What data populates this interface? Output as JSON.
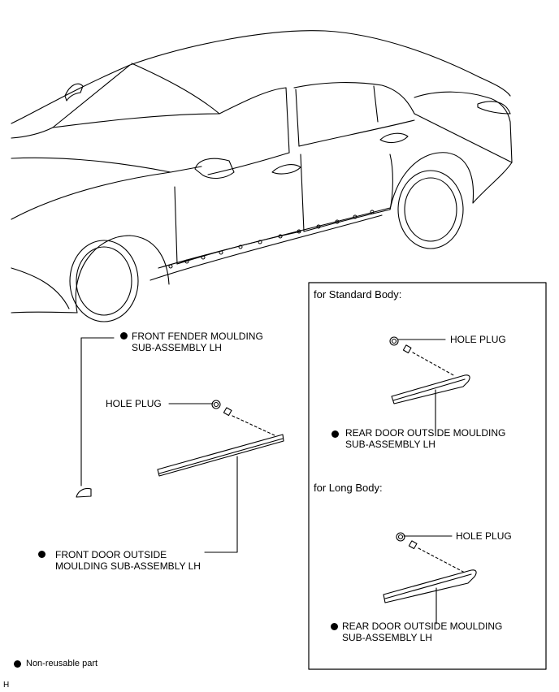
{
  "panel": {
    "standard_title": "for Standard Body:",
    "long_title": "for Long Body:"
  },
  "labels": {
    "front_fender_line1": "FRONT FENDER MOULDING",
    "front_fender_line2": "SUB-ASSEMBLY LH",
    "hole_plug_main": "HOLE PLUG",
    "front_door_line1": "FRONT DOOR OUTSIDE",
    "front_door_line2": "MOULDING SUB-ASSEMBLY LH",
    "hole_plug_standard": "HOLE PLUG",
    "rear_door_std_line1": "REAR DOOR OUTSIDE MOULDING",
    "rear_door_std_line2": "SUB-ASSEMBLY LH",
    "hole_plug_long": "HOLE PLUG",
    "rear_door_long_line1": "REAR DOOR OUTSIDE MOULDING",
    "rear_door_long_line2": "SUB-ASSEMBLY LH"
  },
  "legend": {
    "non_reusable": "Non-reusable part"
  },
  "figure_code": "H"
}
